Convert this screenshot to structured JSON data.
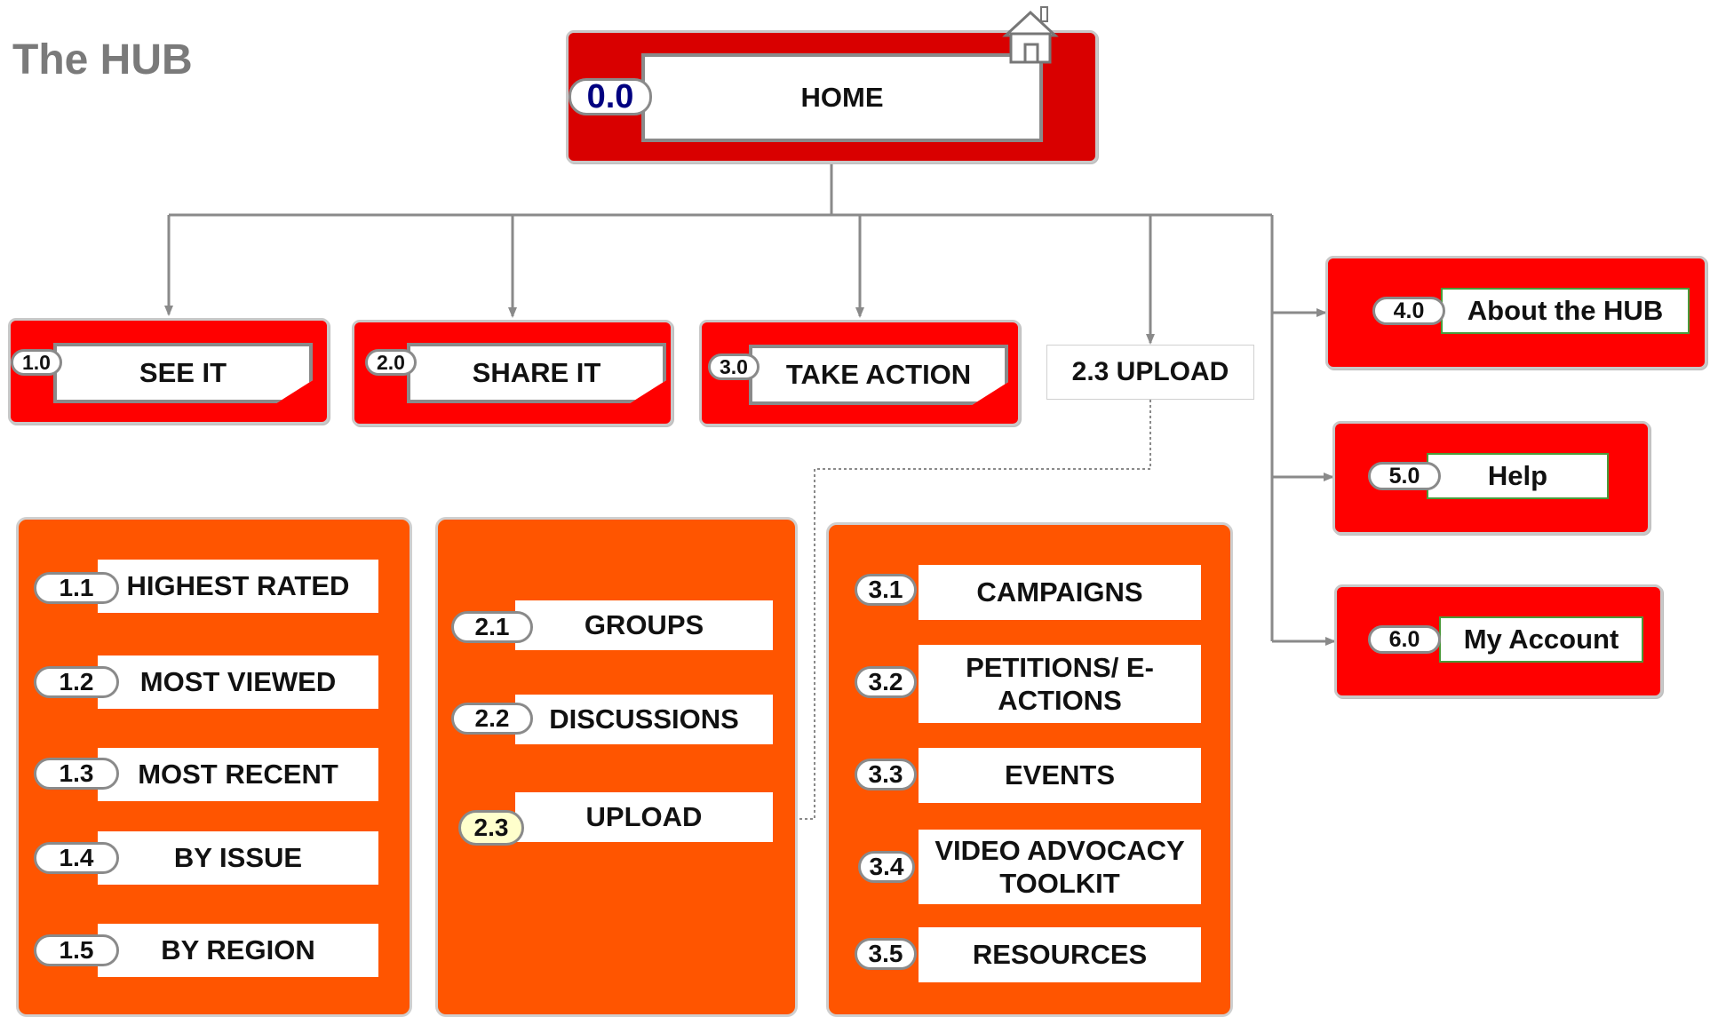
{
  "title": "The HUB",
  "home": {
    "num": "0.0",
    "label": "HOME"
  },
  "sections": {
    "see": {
      "num": "1.0",
      "label": "SEE IT"
    },
    "share": {
      "num": "2.0",
      "label": "SHARE IT"
    },
    "action": {
      "num": "3.0",
      "label": "TAKE ACTION"
    },
    "upload": {
      "label": "2.3 UPLOAD"
    }
  },
  "side": {
    "about": {
      "num": "4.0",
      "label": "About the HUB"
    },
    "help": {
      "num": "5.0",
      "label": "Help"
    },
    "account": {
      "num": "6.0",
      "label": "My Account"
    }
  },
  "see_items": [
    {
      "num": "1.1",
      "label": "HIGHEST RATED"
    },
    {
      "num": "1.2",
      "label": "MOST VIEWED"
    },
    {
      "num": "1.3",
      "label": "MOST RECENT"
    },
    {
      "num": "1.4",
      "label": "BY ISSUE"
    },
    {
      "num": "1.5",
      "label": "BY REGION"
    }
  ],
  "share_items": [
    {
      "num": "2.1",
      "label": "GROUPS"
    },
    {
      "num": "2.2",
      "label": "DISCUSSIONS"
    },
    {
      "num": "2.3",
      "label": "UPLOAD"
    }
  ],
  "action_items": [
    {
      "num": "3.1",
      "label": "CAMPAIGNS"
    },
    {
      "num": "3.2",
      "label": "PETITIONS/ E-ACTIONS"
    },
    {
      "num": "3.3",
      "label": "EVENTS"
    },
    {
      "num": "3.4",
      "label": "VIDEO ADVOCACY TOOLKIT"
    },
    {
      "num": "3.5",
      "label": "RESOURCES"
    }
  ],
  "colors": {
    "header_red": "#d90000",
    "box_red": "#ff0000",
    "panel_orange": "#ff5500",
    "connector_grey": "#8a8a8a"
  }
}
